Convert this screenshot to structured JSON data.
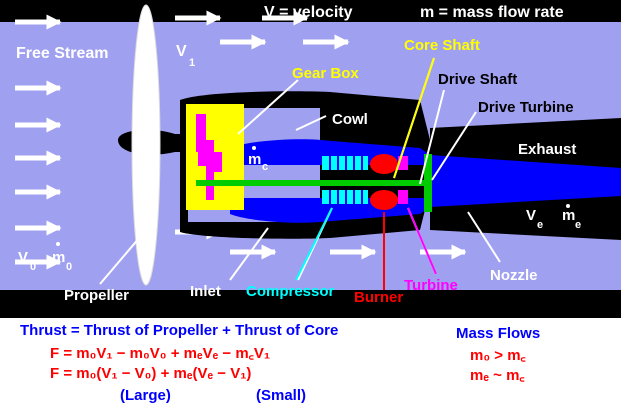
{
  "header": {
    "velocity_def": "V = velocity",
    "massflow_def": "m = mass flow rate"
  },
  "labels": {
    "free_stream": "Free Stream",
    "v1": "V",
    "v1_sub": "1",
    "gear_box": "Gear Box",
    "core_shaft": "Core Shaft",
    "drive_shaft": "Drive Shaft",
    "drive_turbine": "Drive Turbine",
    "cowl": "Cowl",
    "exhaust": "Exhaust",
    "mc": "m",
    "mc_sub": "c",
    "ve": "V",
    "ve_sub": "e",
    "me": "m",
    "me_sub": "e",
    "v0": "V",
    "v0_sub": "0",
    "m0": "m",
    "m0_sub": "0",
    "propeller": "Propeller",
    "inlet": "Inlet",
    "compressor": "Compressor",
    "burner": "Burner",
    "turbine": "Turbine",
    "nozzle": "Nozzle"
  },
  "equations": {
    "thrust_text": "Thrust = Thrust of Propeller + Thrust of Core",
    "eq1": "F = m₀V₁ − m₀V₀ + mₑVₑ − m꜀V₁",
    "eq2": "F = m₀(V₁ − V₀) + mₑ(Vₑ − V₁)",
    "large": "(Large)",
    "small": "(Small)"
  },
  "mass_flows": {
    "title": "Mass Flows",
    "rel1": "m₀ > m꜀",
    "rel2": "mₑ ~ m꜀"
  },
  "colors": {
    "airflow": "#a0a0f0",
    "engine_blue": "#0000ff",
    "gear_yellow": "#ffff00",
    "gear_magenta": "#ff00ff",
    "shaft_green": "#00cc00",
    "compressor_cyan": "#00ffff",
    "burner_red": "#ff0000",
    "eq_red": "#ff0000",
    "eq_blue": "#0000ff"
  },
  "icons": {
    "flow_arrow": "right-arrow-icon"
  }
}
